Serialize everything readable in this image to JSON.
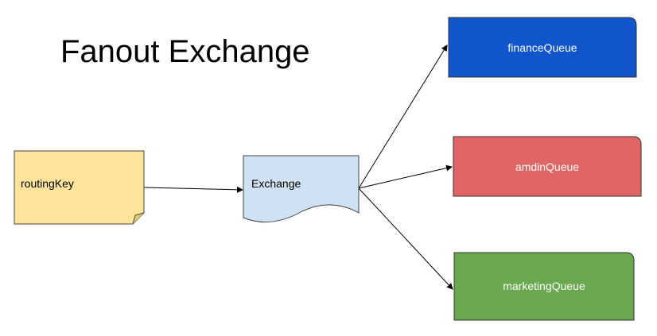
{
  "title": "Fanout Exchange",
  "nodes": {
    "routing_key": {
      "label": "routingKey",
      "fill": "#fde49a",
      "stroke": "#444444"
    },
    "exchange": {
      "label": "Exchange",
      "fill": "#cfe2f3",
      "stroke": "#444444"
    },
    "finance_queue": {
      "label": "financeQueue",
      "fill": "#1155cc",
      "text_color": "#ffffff"
    },
    "admin_queue": {
      "label": "amdinQueue",
      "fill": "#e06666",
      "text_color": "#ffffff"
    },
    "marketing_queue": {
      "label": "marketingQueue",
      "fill": "#6aa84f",
      "text_color": "#ffffff"
    }
  },
  "colors": {
    "edge": "#000000",
    "shape_outline": "#444444"
  }
}
